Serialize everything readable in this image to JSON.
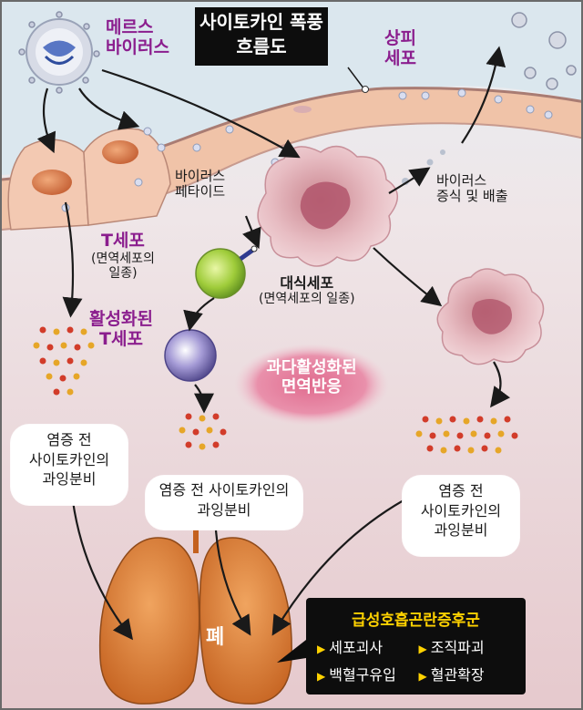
{
  "title": {
    "line1": "사이토카인 폭풍",
    "line2": "흐름도"
  },
  "labels": {
    "mers_line1": "메르스",
    "mers_line2": "바이러스",
    "epithelial_line1": "상피",
    "epithelial_line2": "세포",
    "virus_peptide_line1": "바이러스",
    "virus_peptide_line2": "페타이드",
    "replication_line1": "바이러스",
    "replication_line2": "증식 및 배출",
    "tcell": "T세포",
    "tcell_sub1": "(면역세포의",
    "tcell_sub2": "일종)",
    "activated_line1": "활성화된",
    "activated_line2": "T세포",
    "macrophage": "대식세포",
    "macrophage_sub": "(면역세포의 일종)",
    "hyper_line1": "과다활성화된",
    "hyper_line2": "면역반응",
    "cyto_left_1": "염증 전",
    "cyto_left_2": "사이토카인의",
    "cyto_left_3": "과잉분비",
    "cyto_mid_1": "염증 전 사이토카인의",
    "cyto_mid_2": "과잉분비",
    "cyto_right_1": "염증 전",
    "cyto_right_2": "사이토카인의",
    "cyto_right_3": "과잉분비",
    "lung": "폐"
  },
  "ards": {
    "title": "급성호흡곤란증후군",
    "items": [
      "세포괴사",
      "조직파괴",
      "백혈구유입",
      "혈관확장"
    ]
  },
  "colors": {
    "accent_purple": "#8b1e8e",
    "highlight_yellow": "#ffd200"
  }
}
